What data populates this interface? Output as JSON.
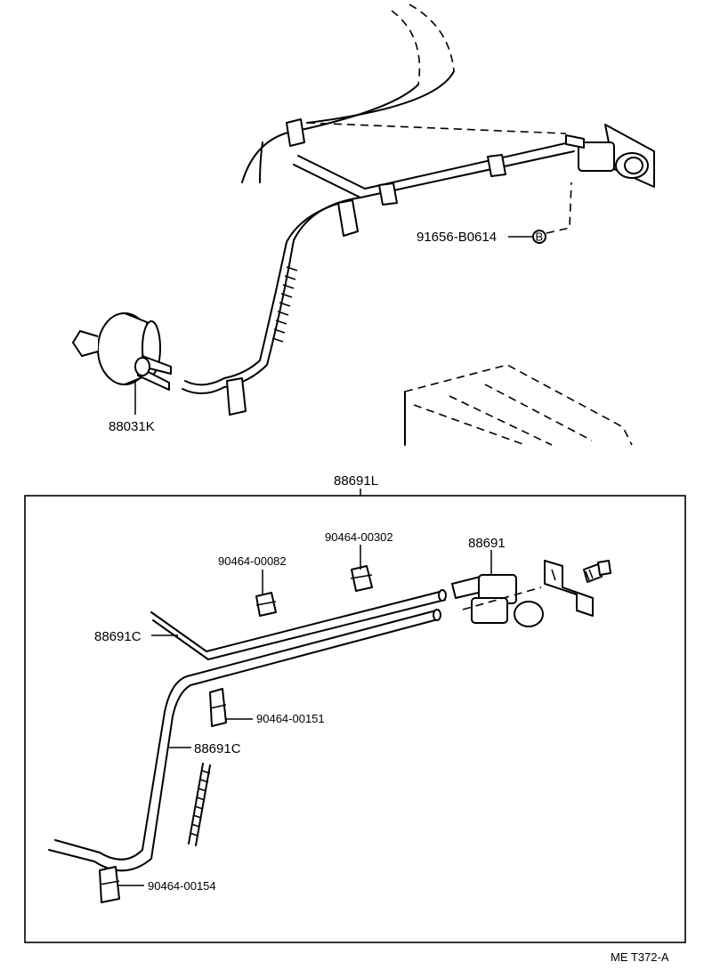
{
  "labels": {
    "evap_canister": "88031K",
    "bolt_top": "91656-B0614",
    "bolt_marker": "B",
    "assembly": "88691L",
    "vsv": "88691",
    "clamp_a": "90464-00082",
    "clamp_b": "90464-00302",
    "hose_upper": "88691C",
    "clamp_c": "90464-00151",
    "hose_lower": "88691C",
    "clamp_d": "90464-00154",
    "figure_code": "ME T372-A"
  }
}
